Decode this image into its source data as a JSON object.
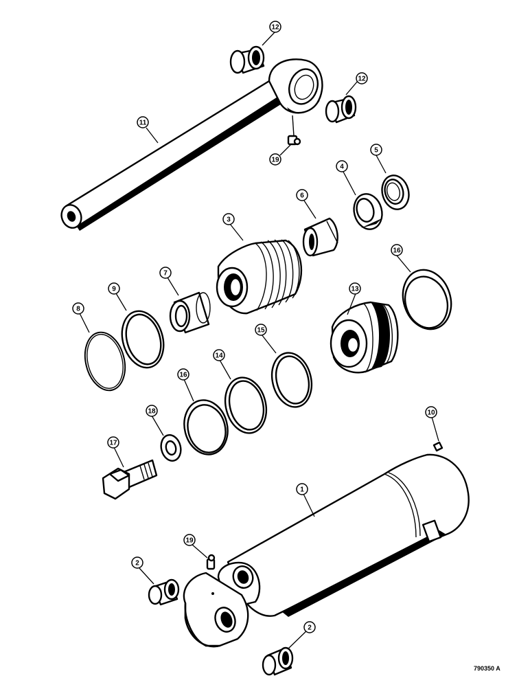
{
  "callouts": {
    "c1": "1",
    "c2a": "2",
    "c2b": "2",
    "c3": "3",
    "c4": "4",
    "c5": "5",
    "c6": "6",
    "c7": "7",
    "c8": "8",
    "c9": "9",
    "c10": "10",
    "c11": "11",
    "c12a": "12",
    "c12b": "12",
    "c13": "13",
    "c14": "14",
    "c15": "15",
    "c16a": "16",
    "c16b": "16",
    "c17": "17",
    "c18": "18",
    "c19a": "19",
    "c19b": "19"
  },
  "drawing_number": "790350 A"
}
